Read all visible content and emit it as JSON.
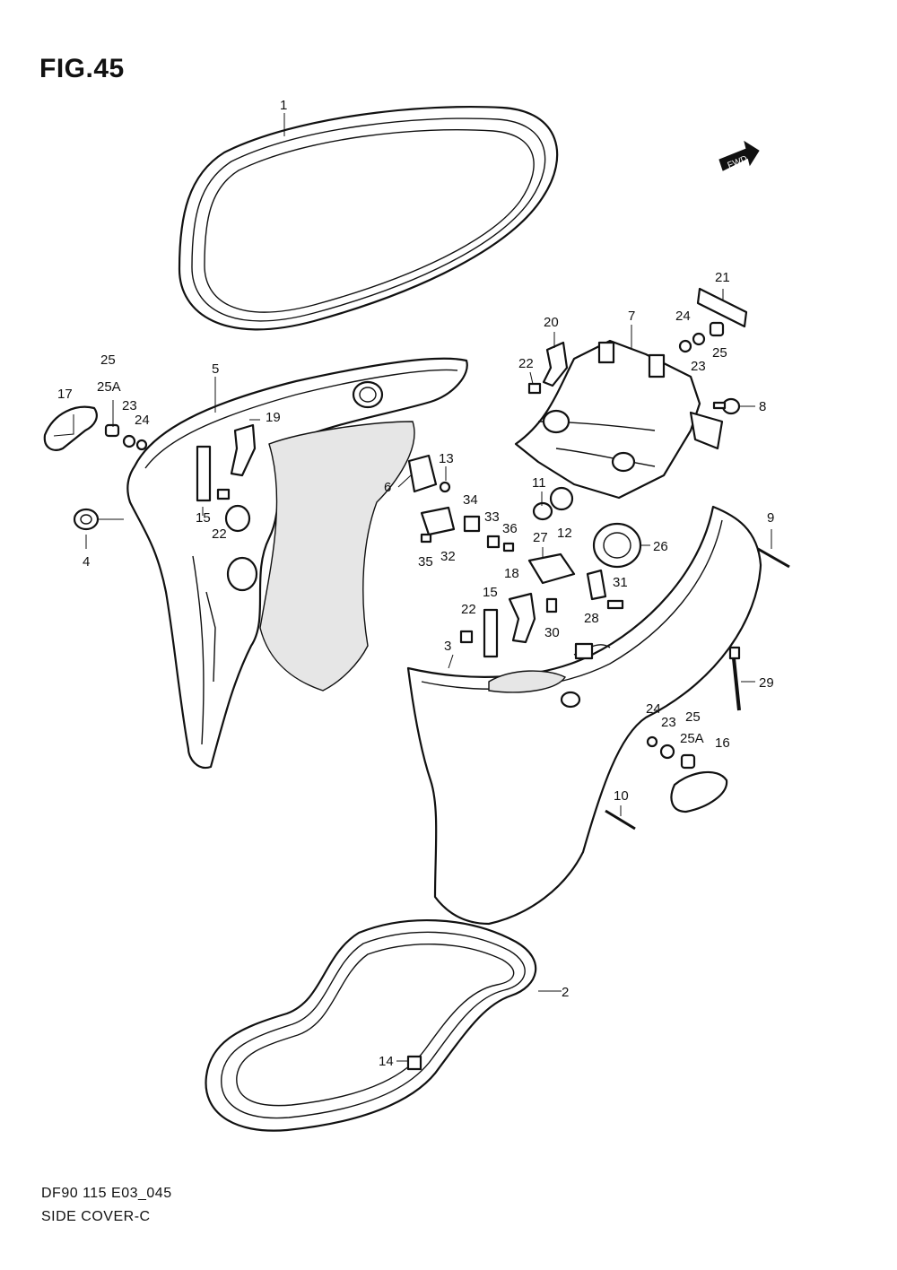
{
  "figure": {
    "title": "FIG.45",
    "code": "DF90 115 E03_045",
    "name": "SIDE COVER-C"
  },
  "fwd_badge": "FWD",
  "callouts": {
    "c1": "1",
    "c2": "2",
    "c3": "3",
    "c4": "4",
    "c5": "5",
    "c6": "6",
    "c7": "7",
    "c8": "8",
    "c9": "9",
    "c10": "10",
    "c11": "11",
    "c12": "12",
    "c13": "13",
    "c14": "14",
    "c15a": "15",
    "c15b": "15",
    "c16": "16",
    "c17": "17",
    "c18": "18",
    "c19": "19",
    "c20": "20",
    "c21": "21",
    "c22a": "22",
    "c22b": "22",
    "c22c": "22",
    "c23a": "23",
    "c23b": "23",
    "c23c": "23",
    "c24a": "24",
    "c24b": "24",
    "c24c": "24",
    "c25a": "25",
    "c25b": "25",
    "c25c": "25",
    "c25Aa": "25A",
    "c25Ab": "25A",
    "c26": "26",
    "c27": "27",
    "c28": "28",
    "c29": "29",
    "c30": "30",
    "c31": "31",
    "c32": "32",
    "c33": "33",
    "c34": "34",
    "c35": "35",
    "c36": "36"
  }
}
